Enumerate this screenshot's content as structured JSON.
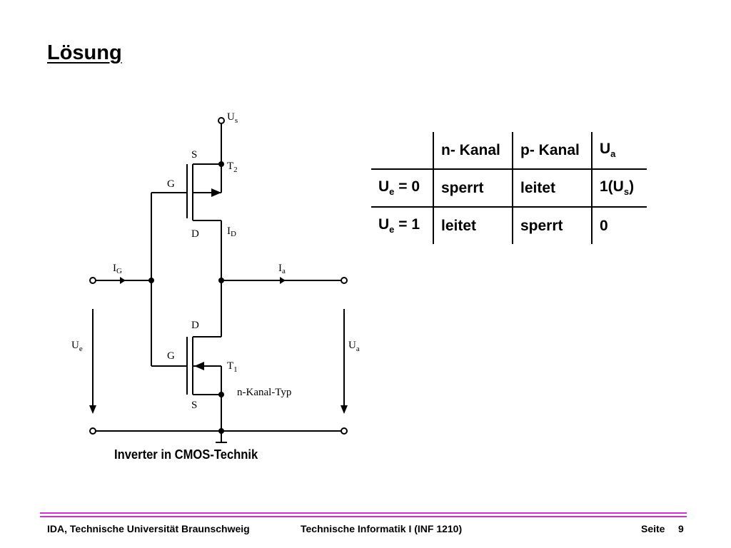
{
  "slide": {
    "title": "Lösung",
    "caption": "Inverter in CMOS-Technik"
  },
  "circuit": {
    "supply": "U",
    "supply_sub": "s",
    "t2_label": "T",
    "t2_sub": "2",
    "t1_label": "T",
    "t1_sub": "1",
    "source_label": "S",
    "drain_label": "D",
    "gate_label": "G",
    "drain_current": "I",
    "drain_current_sub": "D",
    "gate_current": "I",
    "gate_current_sub": "G",
    "output_current": "I",
    "output_current_sub": "a",
    "input_voltage": "U",
    "input_voltage_sub": "e",
    "output_voltage": "U",
    "output_voltage_sub": "a",
    "type_note": "n-Kanal-Typ"
  },
  "table": {
    "headers": [
      "",
      "n- Kanal",
      "p- Kanal",
      "U"
    ],
    "header_ua_sub": "a",
    "rows": [
      {
        "label": "U",
        "label_sub": "e",
        "label_rest": " = 0",
        "n": "sperrt",
        "p": "leitet",
        "ua": "1(U",
        "ua_sub": "s",
        "ua_rest": ")"
      },
      {
        "label": "U",
        "label_sub": "e",
        "label_rest": " = 1",
        "n": "leitet",
        "p": "sperrt",
        "ua": "0",
        "ua_sub": "",
        "ua_rest": ""
      }
    ]
  },
  "footer": {
    "left": "IDA, Technische Universität Braunschweig",
    "center": "Technische Informatik I (INF 1210)",
    "page_label": "Seite",
    "page_number": "9"
  },
  "colors": {
    "footer_line": "#cc33cc",
    "ink": "#000000"
  }
}
